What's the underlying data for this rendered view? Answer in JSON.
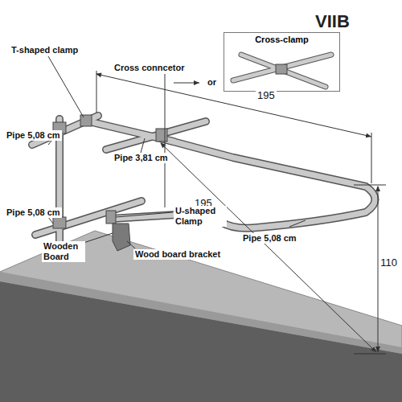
{
  "diagram": {
    "title": "VIIB",
    "nodes": [
      {
        "text": [
          "Cross-clamp"
        ]
      }
    ],
    "labels": [
      "T-shaped clamp",
      "Cross conncetor",
      "or",
      "195",
      "Pipe 5,08 cm",
      "Pipe 3,81 cm",
      "195",
      "Pipe 5,08 cm",
      "U-shaped Clamp",
      "Wooden Board",
      "Wood board bracket",
      "Pipe 5,08 cm",
      "110"
    ]
  }
}
